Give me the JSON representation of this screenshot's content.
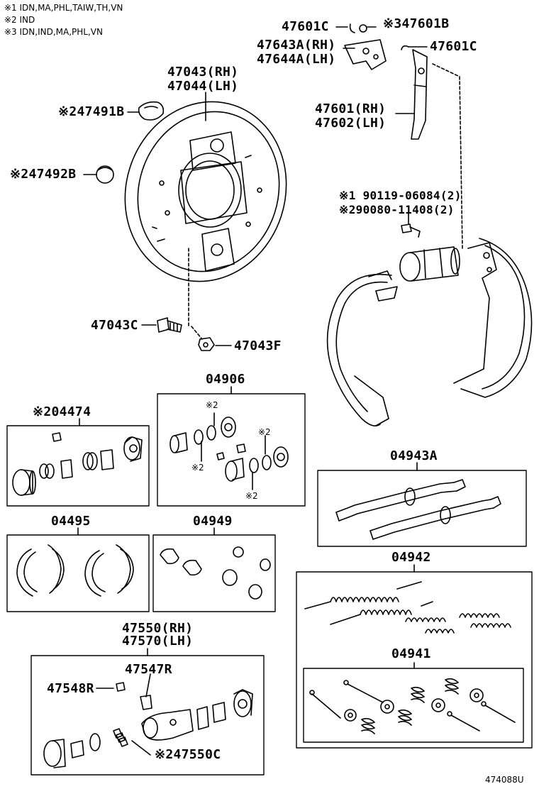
{
  "notes": [
    "※1 IDN,MA,PHL,TAIW,TH,VN",
    "※2 IND",
    "※3 IDN,IND,MA,PHL,VN"
  ],
  "parts": {
    "p47601C_a": "47601C",
    "p47601B": "※347601B",
    "p47643A": "47643A(RH)",
    "p47644A": "47644A(LH)",
    "p47601C_b": "47601C",
    "p47043": "47043(RH)",
    "p47044": "47044(LH)",
    "p47491B": "※247491B",
    "p47492B": "※247492B",
    "p47601": "47601(RH)",
    "p47602": "47602(LH)",
    "p190119": "※1 90119-06084(2)",
    "p90080": "※290080-11408(2)",
    "p47043C": "47043C",
    "p47043F": "47043F",
    "p04906": "04906",
    "p04474": "※204474",
    "p04906_n1": "※2",
    "p04906_n2": "※2",
    "p04906_n3": "※2",
    "p04906_n4": "※2",
    "p04943A": "04943A",
    "p04495": "04495",
    "p04949": "04949",
    "p04942": "04942",
    "p47550": "47550(RH)",
    "p47570": "47570(LH)",
    "p47547R": "47547R",
    "p47548R": "47548R",
    "p04941": "04941",
    "p47550C": "※247550C"
  },
  "footer_code": "474088U"
}
